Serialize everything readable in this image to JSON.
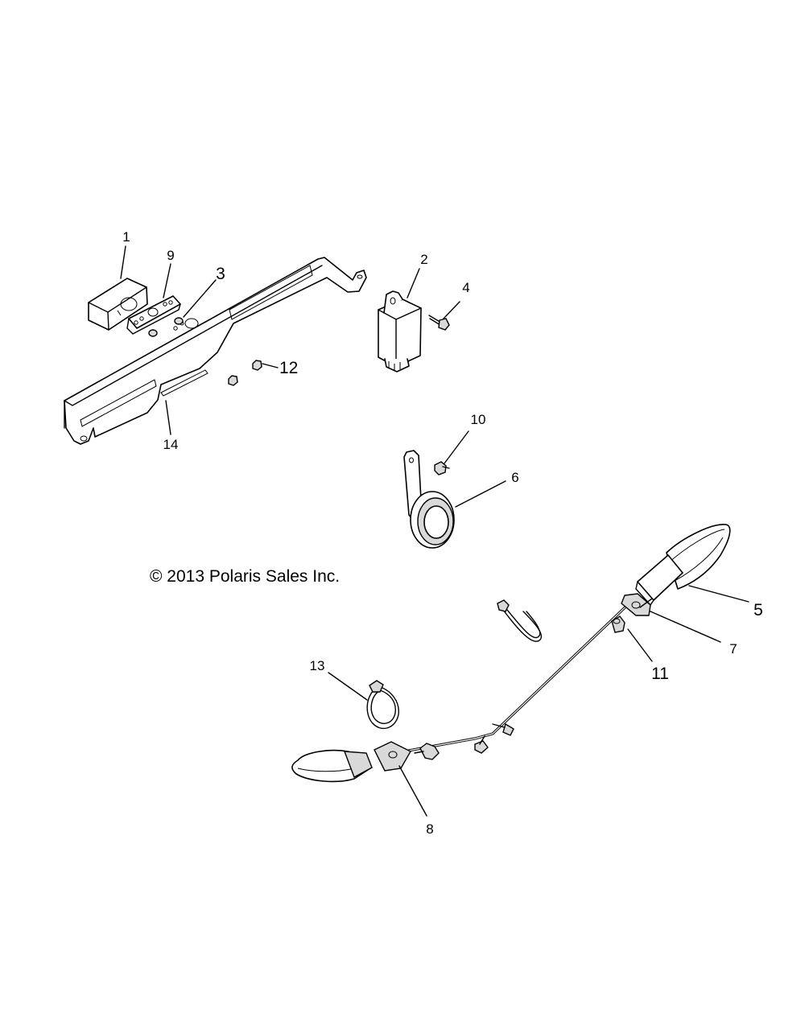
{
  "copyright": "© 2013 Polaris Sales Inc.",
  "callouts": [
    "1",
    "2",
    "3",
    "4",
    "5",
    "6",
    "7",
    "8",
    "9",
    "10",
    "11",
    "12",
    "13",
    "14"
  ],
  "colors": {
    "line": "#000000",
    "background": "#ffffff",
    "shade": "#d9d9d9"
  }
}
